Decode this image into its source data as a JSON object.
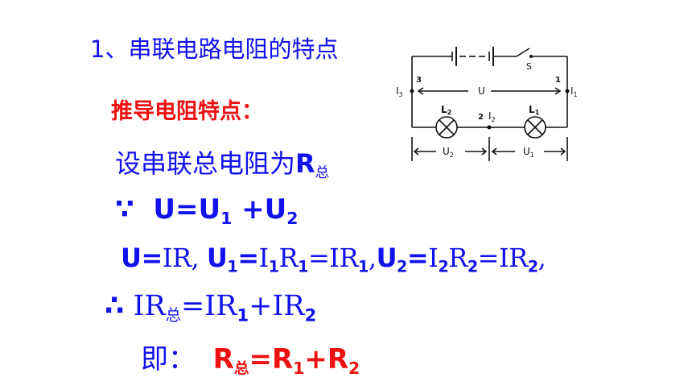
{
  "title": "1、串联电路电阻的特点",
  "derive_label": "推导电阻特点：",
  "assume": {
    "text": "设串联总电阻为",
    "r": "R",
    "r_sub": "总"
  },
  "because": {
    "symbol": "∵",
    "u": "U=U",
    "sub1": "1",
    "plus": " +U",
    "sub2": "2"
  },
  "eqs": {
    "p1": "U=",
    "p2": "IR",
    "p3": ", ",
    "p4": "U",
    "p4s": "1",
    "p5": "=",
    "p6": "I",
    "p6s": "1",
    "p7": "R",
    "p7s": "1",
    "p8": "=IR",
    "p8s": "1",
    "p9": ",",
    "p10": "U",
    "p10s": "2",
    "p11": "=",
    "p12": "I",
    "p12s": "2",
    "p13": "R",
    "p13s": "2",
    "p14": "=IR",
    "p14s": "2",
    "p15": ","
  },
  "therefore": {
    "symbol": "∴",
    "a": "IR",
    "as": "总",
    "b": "=IR",
    "bs": "1",
    "c": "+IR",
    "cs": "2"
  },
  "result": {
    "label": "即：",
    "r": "R",
    "rs": "总",
    "eq": "=R",
    "s1": "1",
    "plus": "+R",
    "s2": "2"
  },
  "circuit": {
    "switch": "S",
    "i3": "I",
    "i3s": "3",
    "n3": "3",
    "u": "U",
    "n1": "1",
    "i1": "I",
    "i1s": "1",
    "l2": "L",
    "l2s": "2",
    "n2": "2",
    "i2": "I",
    "i2s": "2",
    "l1": "L",
    "l1s": "1",
    "u2": "U",
    "u2s": "2",
    "u1": "U",
    "u1s": "1"
  }
}
